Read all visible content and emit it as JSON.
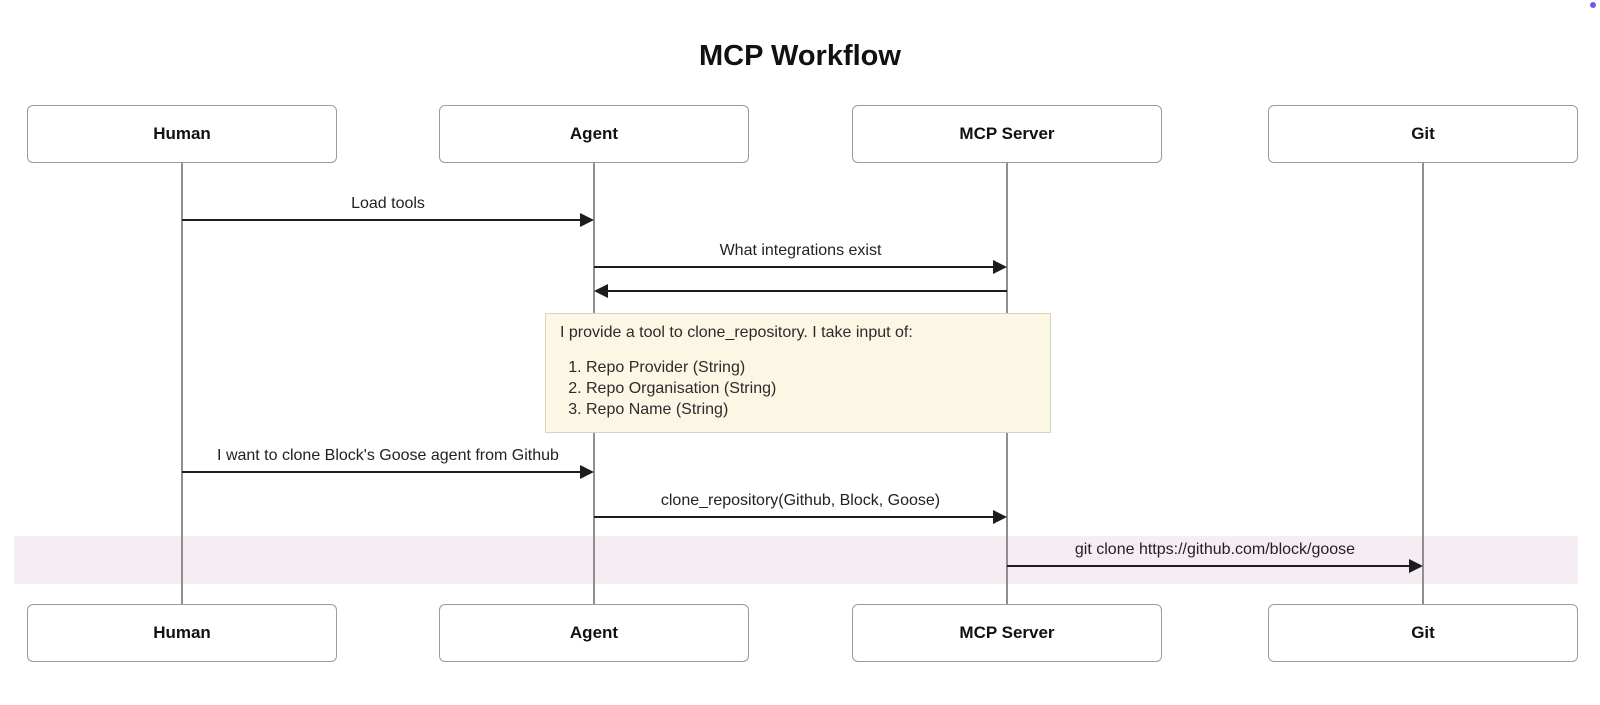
{
  "title": "MCP Workflow",
  "participants": [
    {
      "id": "human",
      "label": "Human"
    },
    {
      "id": "agent",
      "label": "Agent"
    },
    {
      "id": "mcp_server",
      "label": "MCP Server"
    },
    {
      "id": "git",
      "label": "Git"
    }
  ],
  "messages": [
    {
      "from": "Human",
      "to": "Agent",
      "label": "Load tools"
    },
    {
      "from": "Agent",
      "to": "MCP Server",
      "label": "What integrations exist"
    },
    {
      "from": "MCP Server",
      "to": "Agent",
      "label": ""
    },
    {
      "from": "Human",
      "to": "Agent",
      "label": "I want to clone Block's Goose agent from Github"
    },
    {
      "from": "Agent",
      "to": "MCP Server",
      "label": "clone_repository(Github, Block, Goose)"
    },
    {
      "from": "MCP Server",
      "to": "Git",
      "label": "git clone https://github.com/block/goose"
    }
  ],
  "note": {
    "intro": "I provide a tool to clone_repository. I take input of:",
    "items": [
      "Repo Provider (String)",
      "Repo Organisation (String)",
      "Repo Name (String)"
    ]
  },
  "colors": {
    "note_fill": "#fbf7e4",
    "note_border": "#d8d4bf",
    "highlight_band": "#f6edf4",
    "arrow": "#1d1d1d",
    "actor_border": "#9b9b9b",
    "lifeline": "#8f8f8f",
    "corner_dot": "#6a5cf5"
  }
}
